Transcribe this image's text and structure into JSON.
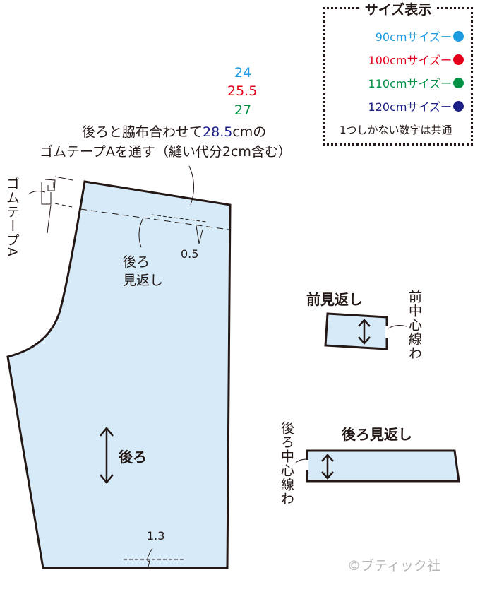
{
  "legend": {
    "title": "サイズ表示",
    "rows": [
      {
        "label": "90cmサイズー",
        "color": "#1e9be0"
      },
      {
        "label": "100cmサイズー",
        "color": "#e3001b"
      },
      {
        "label": "110cmサイズー",
        "color": "#009144"
      },
      {
        "label": "120cmサイズー",
        "color": "#1d2087"
      }
    ],
    "note": "1つしかない数字は共通"
  },
  "waist_note": {
    "sizes": [
      {
        "value": "24",
        "color": "#1e9be0"
      },
      {
        "value": "25.5",
        "color": "#e3001b"
      },
      {
        "value": "27",
        "color": "#009144"
      }
    ],
    "line1_prefix": "後ろと脇布合わせて",
    "line1_value": "28.5",
    "line1_value_color": "#1d2087",
    "line1_suffix": "cmの",
    "line2": "ゴムテープAを通す（縫い代分2cm含む）"
  },
  "elastic_label": "ゴムテープA",
  "back_piece": {
    "facing_label_line1": "後ろ",
    "facing_label_line2": "見返し",
    "measure_top": "0.5",
    "grain_label": "後ろ",
    "measure_bottom": "1.3",
    "fill_color": "#d6eaf8"
  },
  "front_facing": {
    "title": "前見返し",
    "fold_label": "前中心線わ"
  },
  "back_facing": {
    "title": "後ろ見返し",
    "fold_label": "後ろ中心線わ"
  },
  "copyright": "©ブティック社"
}
